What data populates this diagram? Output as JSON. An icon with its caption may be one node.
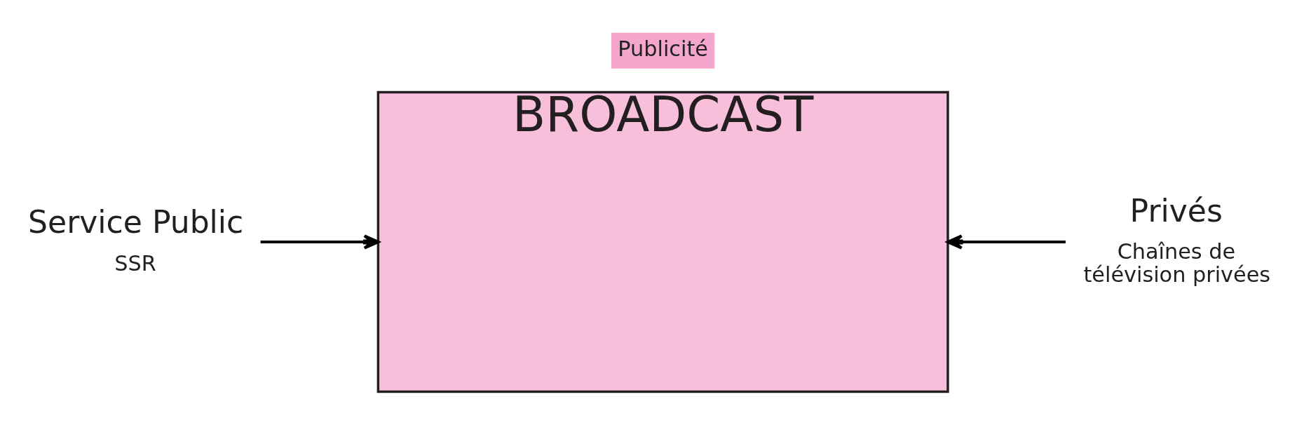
{
  "diagram": {
    "nodes": [
      {
        "text": [
          "Publicité"
        ]
      },
      {
        "text": [
          "BROADCAST"
        ]
      },
      {
        "text": [
          "Service Public"
        ],
        "beside": [
          "SSR"
        ]
      },
      {
        "text": [
          "Privés"
        ],
        "beside": [
          "Chaînes de télévision privées"
        ]
      }
    ],
    "edges": [
      {
        "from": 2,
        "to": 1,
        "arrow": "to"
      },
      {
        "from": 3,
        "to": 1,
        "arrow": "to"
      }
    ]
  }
}
